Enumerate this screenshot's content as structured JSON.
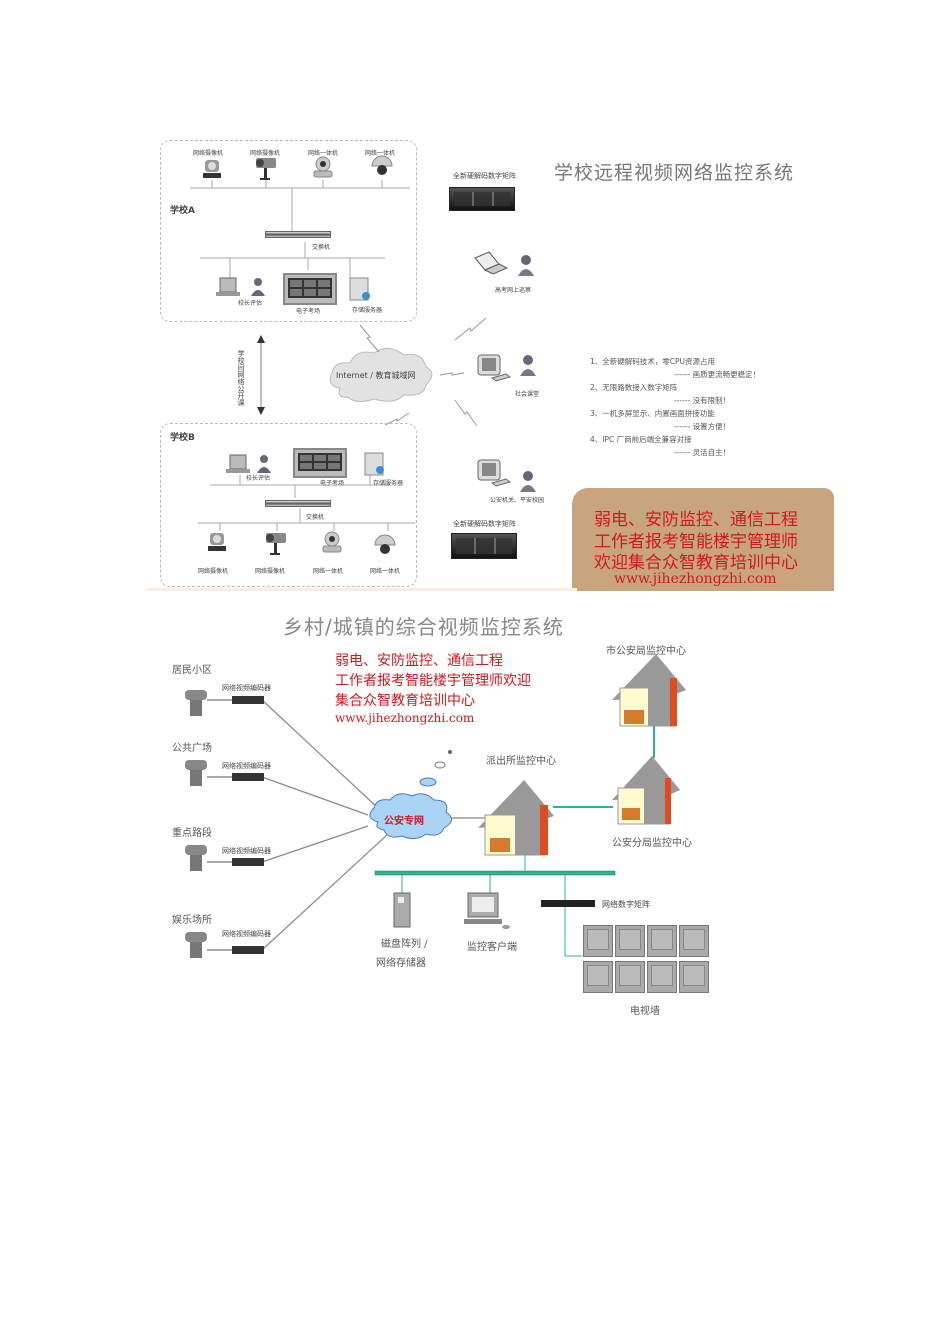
{
  "school_diagram": {
    "title": "学校远程视频网络监控系统",
    "school_a": {
      "label": "学校A",
      "cameras": [
        "网络摄像机",
        "网络摄像机",
        "网络一体机",
        "网络一体机"
      ],
      "switch": "交换机",
      "terminals": [
        "校长评估",
        "电子考场",
        "存储服务器"
      ]
    },
    "school_b": {
      "label": "学校B",
      "terminals": [
        "校长评估",
        "电子考场",
        "存储服务器"
      ],
      "switch": "交换机",
      "cameras": [
        "网络摄像机",
        "网络摄像机",
        "网络一体机",
        "网络一体机"
      ]
    },
    "side_label": "学校间网络公开课",
    "cloud": "Internet / 教育城域网",
    "matrix_top": "全新硬解码数字矩阵",
    "matrix_bottom": "全新硬解码数字矩阵",
    "clients": [
      "高考网上巡察",
      "社会课堂",
      "公安机关、平安校园"
    ],
    "features": [
      {
        "line": "1、全新硬解码技术，零CPU资源占用",
        "sub": "------ 画质更流畅更稳定！"
      },
      {
        "line": "2、无限路数接入数字矩阵",
        "sub": "------ 没有限制！"
      },
      {
        "line": "3、一机多屏显示、内置画面拼接功能",
        "sub": "------ 设置方便！"
      },
      {
        "line": "4、IPC 厂商前后端全兼容对接",
        "sub": "------ 灵活自主！"
      }
    ],
    "ad": {
      "lines": [
        "弱电、安防监控、通信工程",
        "工作者报考智能楼宇管理师",
        "欢迎集合众智教育培训中心"
      ],
      "url": "www.jihezhongzhi.com"
    }
  },
  "town_diagram": {
    "title": "乡村/城镇的综合视频监控系统",
    "ad": {
      "lines": [
        "弱电、安防监控、通信工程",
        "工作者报考智能楼宇管理师欢迎",
        "集合众智教育培训中心"
      ],
      "url": "www.jihezhongzhi.com"
    },
    "sites": [
      {
        "name": "居民小区",
        "encoder": "网络视频编码器"
      },
      {
        "name": "公共广场",
        "encoder": "网络视频编码器"
      },
      {
        "name": "重点路段",
        "encoder": "网络视频编码器"
      },
      {
        "name": "娱乐场所",
        "encoder": "网络视频编码器"
      }
    ],
    "cloud": "公安专网",
    "centers": {
      "police_station": "派出所监控中心",
      "city_bureau": "市公安局监控中心",
      "branch_bureau": "公安分局监控中心"
    },
    "storage": [
      "磁盘阵列 /",
      "网络存储器"
    ],
    "client": "监控客户端",
    "matrix": "网络数字矩阵",
    "tv_wall": "电视墙"
  },
  "colors": {
    "ad_red": "#d0191c",
    "ad_bg": "#c9a57f",
    "lan_green": "#2eb38a",
    "cloud_blue": "#a9d4f5"
  }
}
